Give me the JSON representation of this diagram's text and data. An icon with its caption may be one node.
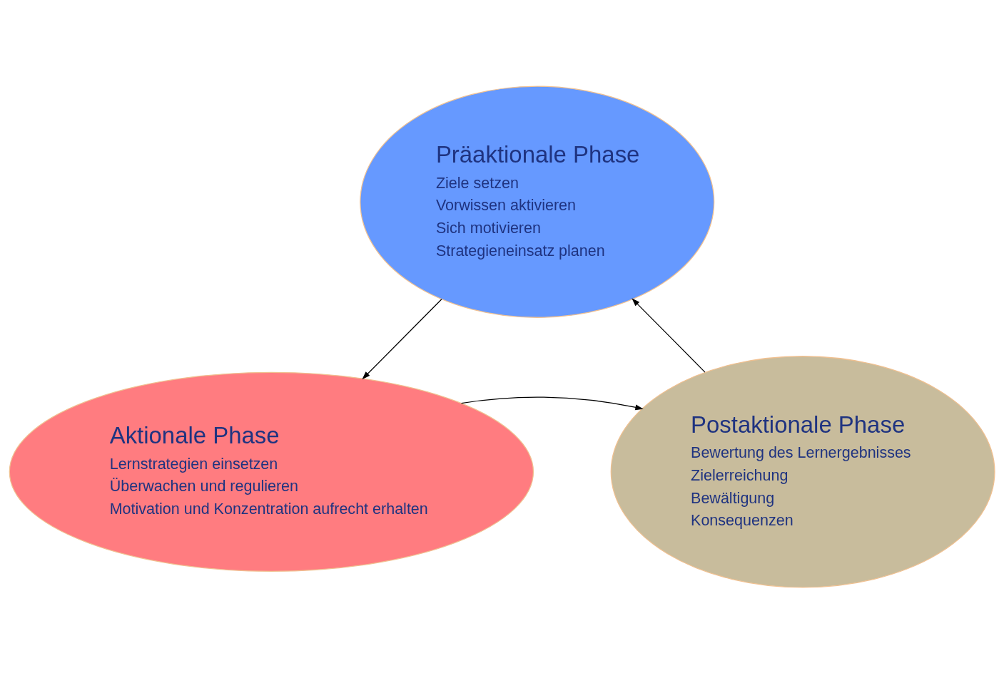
{
  "diagram": {
    "nodes": [
      {
        "text": [
          "Präaktionale Phase",
          "Ziele setzen",
          "Vorwissen aktivieren",
          "Sich motivieren",
          "Strategieneinsatz planen"
        ]
      },
      {
        "text": [
          "Aktionale Phase",
          "Lernstrategien einsetzen",
          "Überwachen und regulieren",
          "Motivation und Konzentration aufrecht erhalten"
        ]
      },
      {
        "text": [
          "Postaktionale Phase",
          "Bewertung des Lernergebnisses",
          "Zielerreichung",
          "Bewältigung",
          "Konsequenzen"
        ]
      }
    ],
    "edges": [
      {
        "from": 0,
        "to": 1,
        "arrow": "to"
      },
      {
        "from": 1,
        "to": 2,
        "arrow": "to"
      },
      {
        "from": 2,
        "to": 0,
        "arrow": "to"
      }
    ]
  }
}
